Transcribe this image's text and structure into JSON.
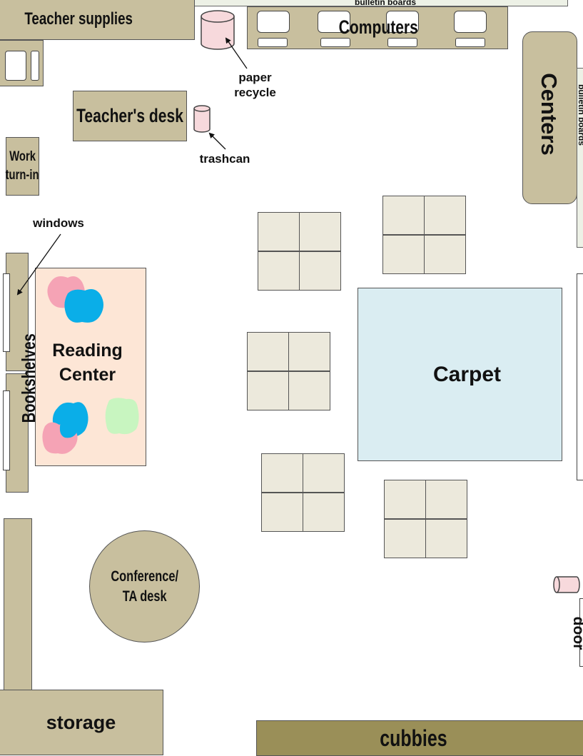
{
  "labels": {
    "teacher_supplies": "Teacher supplies",
    "bulletin_top": "bulletin boards",
    "computers": "Computers",
    "paper_recycle_line1": "paper",
    "paper_recycle_line2": "recycle",
    "centers": "Centers",
    "bulletin_right": "bulletin boards",
    "teachers_desk": "Teacher's desk",
    "trashcan": "trashcan",
    "work_turnin_line1": "Work",
    "work_turnin_line2": "turn-in",
    "windows": "windows",
    "reading_center_line1": "Reading",
    "reading_center_line2": "Center",
    "bookshelves": "Bookshelves",
    "carpet": "Carpet",
    "conference_line1": "Conference/",
    "conference_line2": "TA desk",
    "door": "door",
    "storage": "storage",
    "cubbies": "cubbies"
  },
  "colors": {
    "furniture": "#c8bf9e",
    "cubbies": "#9a8f58",
    "carpet": "#daedf2",
    "reading_area": "#fde6d6",
    "desk": "#ece9dc",
    "bin": "#f7d9dc",
    "bulletin": "#edf1e6",
    "cushion_pink": "#f5a3b5",
    "cushion_blue": "#0aaee8",
    "cushion_green": "#c8f5c0"
  }
}
